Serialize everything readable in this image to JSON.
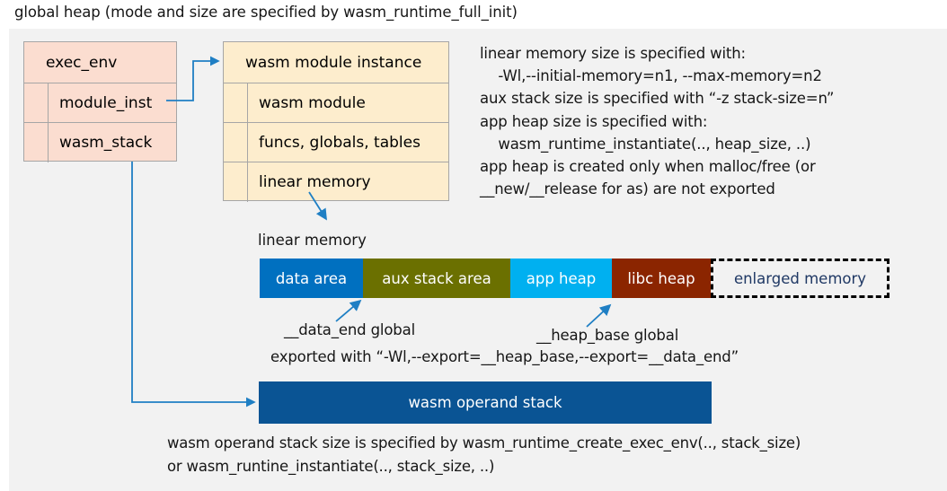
{
  "title": "global heap (mode and size are specified by wasm_runtime_full_init)",
  "colors": {
    "panel_bg": "#f2f2f2",
    "exec_env_fill": "#fbddd0",
    "module_inst_fill": "#fdedcd",
    "box_border": "#a6a6a6",
    "arrow": "#1f7fc4",
    "data_area": "#0070c0",
    "aux_stack_area": "#6b7000",
    "app_heap": "#00b0f0",
    "libc_heap": "#8b2500",
    "enlarged_memory_text": "#1f3864",
    "operand_stack": "#0a5494"
  },
  "exec_env": {
    "header": "exec_env",
    "rows": [
      {
        "label": "module_inst"
      },
      {
        "label": "wasm_stack"
      }
    ]
  },
  "module_instance": {
    "header": "wasm module instance",
    "rows": [
      {
        "label": "wasm module"
      },
      {
        "label": "funcs, globals, tables"
      },
      {
        "label": "linear memory"
      }
    ]
  },
  "notes": "linear memory size is specified with:\n    -Wl,--initial-memory=n1, --max-memory=n2\naux stack size is specified with “-z stack-size=n”\napp heap size is specified with:\n    wasm_runtime_instantiate(.., heap_size, ..)\napp heap is created only when malloc/free (or\n__new/__release for as) are not exported",
  "linear_memory": {
    "label": "linear memory",
    "segments": [
      {
        "label": "data area",
        "color": "#0070c0",
        "width": 115,
        "style": "solid"
      },
      {
        "label": "aux stack area",
        "color": "#6b7000",
        "width": 164,
        "style": "solid"
      },
      {
        "label": "app heap",
        "color": "#00b0f0",
        "width": 113,
        "style": "solid"
      },
      {
        "label": "libc heap",
        "color": "#8b2500",
        "width": 110,
        "style": "solid"
      },
      {
        "label": "enlarged memory",
        "color": "#f2f2f2",
        "width": 199,
        "style": "dashed"
      }
    ]
  },
  "callouts": {
    "data_end": "__data_end global",
    "heap_base": "__heap_base global",
    "exported_with": "exported with “-Wl,--export=__heap_base,--export=__data_end”"
  },
  "operand_stack": {
    "label": "wasm operand stack"
  },
  "footnote": "wasm operand stack size is specified by wasm_runtime_create_exec_env(.., stack_size)\nor wasm_runtine_instantiate(.., stack_size, ..)"
}
